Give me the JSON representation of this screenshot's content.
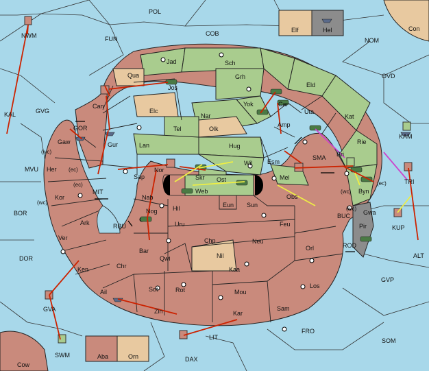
{
  "colors": {
    "sea": "#a8d8ea",
    "land_red": "#c98a7c",
    "land_green": "#a9cc8e",
    "land_neutral": "#e8c9a0",
    "land_gray": "#8c8c8c",
    "order_red": "#cc2200",
    "order_yellow": "#eeee44",
    "order_magenta": "#cc44cc"
  },
  "sea_labels": {
    "POL": "POL",
    "COB": "COB",
    "FUN": "FUN",
    "NOM": "NOM",
    "Con": "Con",
    "OVD": "OVD",
    "KAL": "KAL",
    "GVG": "GVG",
    "GOR": "GOR",
    "MVU": "MVU",
    "MIT": "MIT",
    "BOR": "BOR",
    "RBU": "RBU",
    "DOR": "DOR",
    "SMA": "SMA",
    "KAM": "KAM",
    "TRI": "TRI",
    "BUC": "BUC",
    "KUP": "KUP",
    "ROD": "ROD",
    "ALT": "ALT",
    "GVP": "GVP",
    "GVA": "GVA",
    "SWM": "SWM",
    "FRO": "FRO",
    "SOM": "SOM",
    "LIT": "LIT",
    "DAX": "DAX",
    "Cow": "Cow",
    "NWM": "NWM"
  },
  "land_labels": {
    "Jad": "Jad",
    "Sch": "Sch",
    "Qua": "Qua",
    "Grh": "Grh",
    "Jos": "Jos",
    "Eld": "Eld",
    "Can": "Can",
    "Yok": "Yok",
    "Car": "Car",
    "Elc": "Elc",
    "Nar": "Nar",
    "Uta": "Uta",
    "Kat": "Kat",
    "Amp": "Amp",
    "Tel": "Tel",
    "Olk": "Olk",
    "Gaw": "Gaw",
    "Gur": "Gur",
    "Lan": "Lan",
    "Hug": "Hug",
    "Rie": "Rie",
    "Wil": "Wil",
    "Esm": "Esm",
    "Bri": "Bri",
    "Her": "Her",
    "Nor": "Nor",
    "Skr": "Skr",
    "Sap": "Sap",
    "Ost": "Ost",
    "Mel": "Mel",
    "Byn": "Byn",
    "Web": "Web",
    "Kor": "Kor",
    "Nab": "Nab",
    "Eun": "Eun",
    "Sun": "Sun",
    "Obs": "Obs",
    "Gwa": "Gwa",
    "Hil": "Hil",
    "Nog": "Nog",
    "Ark": "Ark",
    "Pir": "Pir",
    "Uru": "Uru",
    "Feu": "Feu",
    "Ver": "Ver",
    "Chp": "Chp",
    "Neu": "Neu",
    "Bar": "Bar",
    "Qwi": "Qwi",
    "Nil": "Nil",
    "Orl": "Orl",
    "Chr": "Chr",
    "Ken": "Ken",
    "Kaa": "Kaa",
    "Sot": "Sot",
    "Rot": "Rot",
    "Los": "Los",
    "Ail": "Ail",
    "Mou": "Mou",
    "Zin": "Zin",
    "Kar": "Kar",
    "Sam": "Sam",
    "Aba": "Aba",
    "Orn": "Orn",
    "Elf": "Elf",
    "Hel": "Hel"
  },
  "coast_notes": {
    "wc1": "(wc)",
    "ec1": "(ec)",
    "ec2": "(ec)",
    "wc2": "(wc)",
    "wc3": "(wc)",
    "wc4": "(wc)",
    "ec3": "(ec)"
  }
}
